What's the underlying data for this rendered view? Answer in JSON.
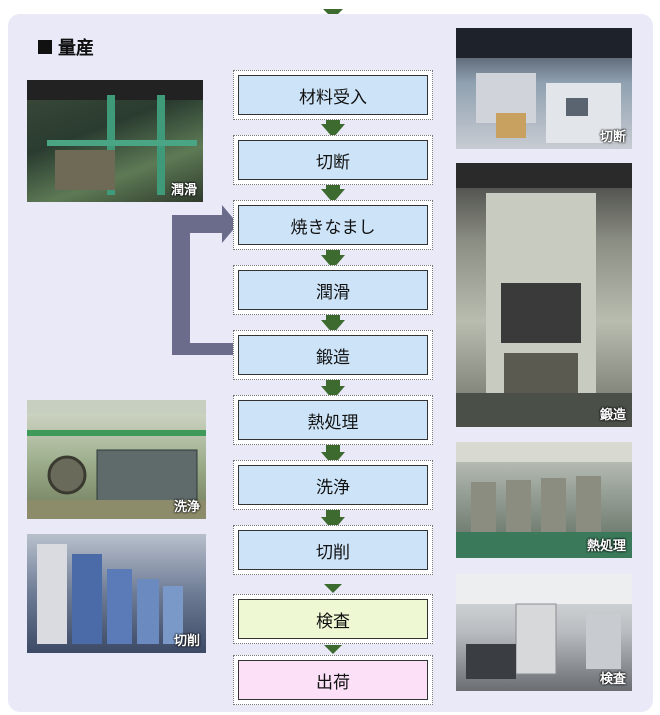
{
  "section_title": "量産",
  "steps": [
    {
      "label": "材料受入",
      "color": "blue"
    },
    {
      "label": "切断",
      "color": "blue"
    },
    {
      "label": "焼きなまし",
      "color": "blue"
    },
    {
      "label": "潤滑",
      "color": "blue"
    },
    {
      "label": "鍛造",
      "color": "blue"
    },
    {
      "label": "熱処理",
      "color": "blue"
    },
    {
      "label": "洗浄",
      "color": "blue"
    },
    {
      "label": "切削",
      "color": "blue"
    },
    {
      "label": "検査",
      "color": "green"
    },
    {
      "label": "出荷",
      "color": "pink"
    }
  ],
  "photos": {
    "left_1": "潤滑",
    "left_2": "洗浄",
    "left_3": "切削",
    "right_1": "切断",
    "right_2": "鍛造",
    "right_3": "熱処理",
    "right_4": "検査"
  },
  "colors": {
    "arrow": "#3d6b2f",
    "loop_arrow": "#6b6b8c",
    "panel": "#e9e9f7"
  }
}
